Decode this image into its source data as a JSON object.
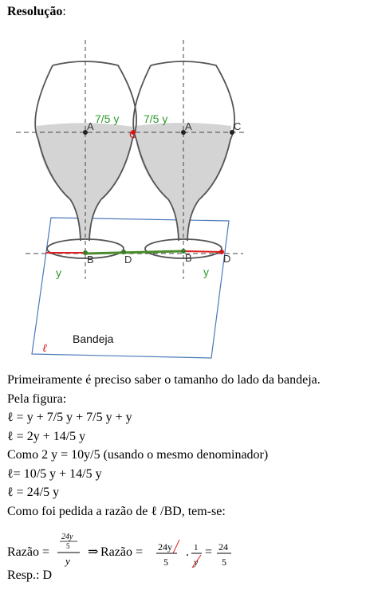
{
  "heading": {
    "title": "Resolução",
    "colon": ":"
  },
  "figure": {
    "labels": {
      "a_left": "A",
      "a_right": "A",
      "c_left": "C",
      "c_right": "C",
      "b_left": "B",
      "b_right": "B",
      "d_left": "D",
      "d_right": "D",
      "seven_fifths_left": "7/5 y",
      "seven_fifths_right": "7/5 y",
      "y_left": "y",
      "y_right": "y",
      "tray": "Bandeja",
      "ell": "ℓ"
    },
    "colors": {
      "outline": "#555555",
      "liquid": "#d4d4d4",
      "tray_border": "#4a7ab8",
      "red_segment": "#e02020",
      "green_segment": "#4c8c2c",
      "green_text": "#2a9a2a",
      "red_text": "#d01818",
      "axis": "#444444"
    }
  },
  "body_lines": [
    "Primeiramente é preciso saber o tamanho do lado da bandeja.",
    "Pela figura:",
    "ℓ = y + 7/5 y + 7/5 y + y",
    "ℓ = 2y + 14/5 y",
    "Como 2 y = 10y/5 (usando o mesmo denominador)",
    "ℓ= 10/5 y + 14/5 y",
    "ℓ = 24/5 y",
    "Como foi pedida a razão de ℓ /BD, tem-se:"
  ],
  "ratio": {
    "label1": "Razão =",
    "frac1_num_num": "24y",
    "frac1_num_den": "5",
    "frac1_den": "y",
    "arrow": "⇒",
    "label2": "Razão =",
    "frac2_num": "24y",
    "frac2_den": "5",
    "dot": ".",
    "frac3_num": "1",
    "frac3_den": "y",
    "equals": "=",
    "frac4_num": "24",
    "frac4_den": "5"
  },
  "answer": "Resp.: D"
}
